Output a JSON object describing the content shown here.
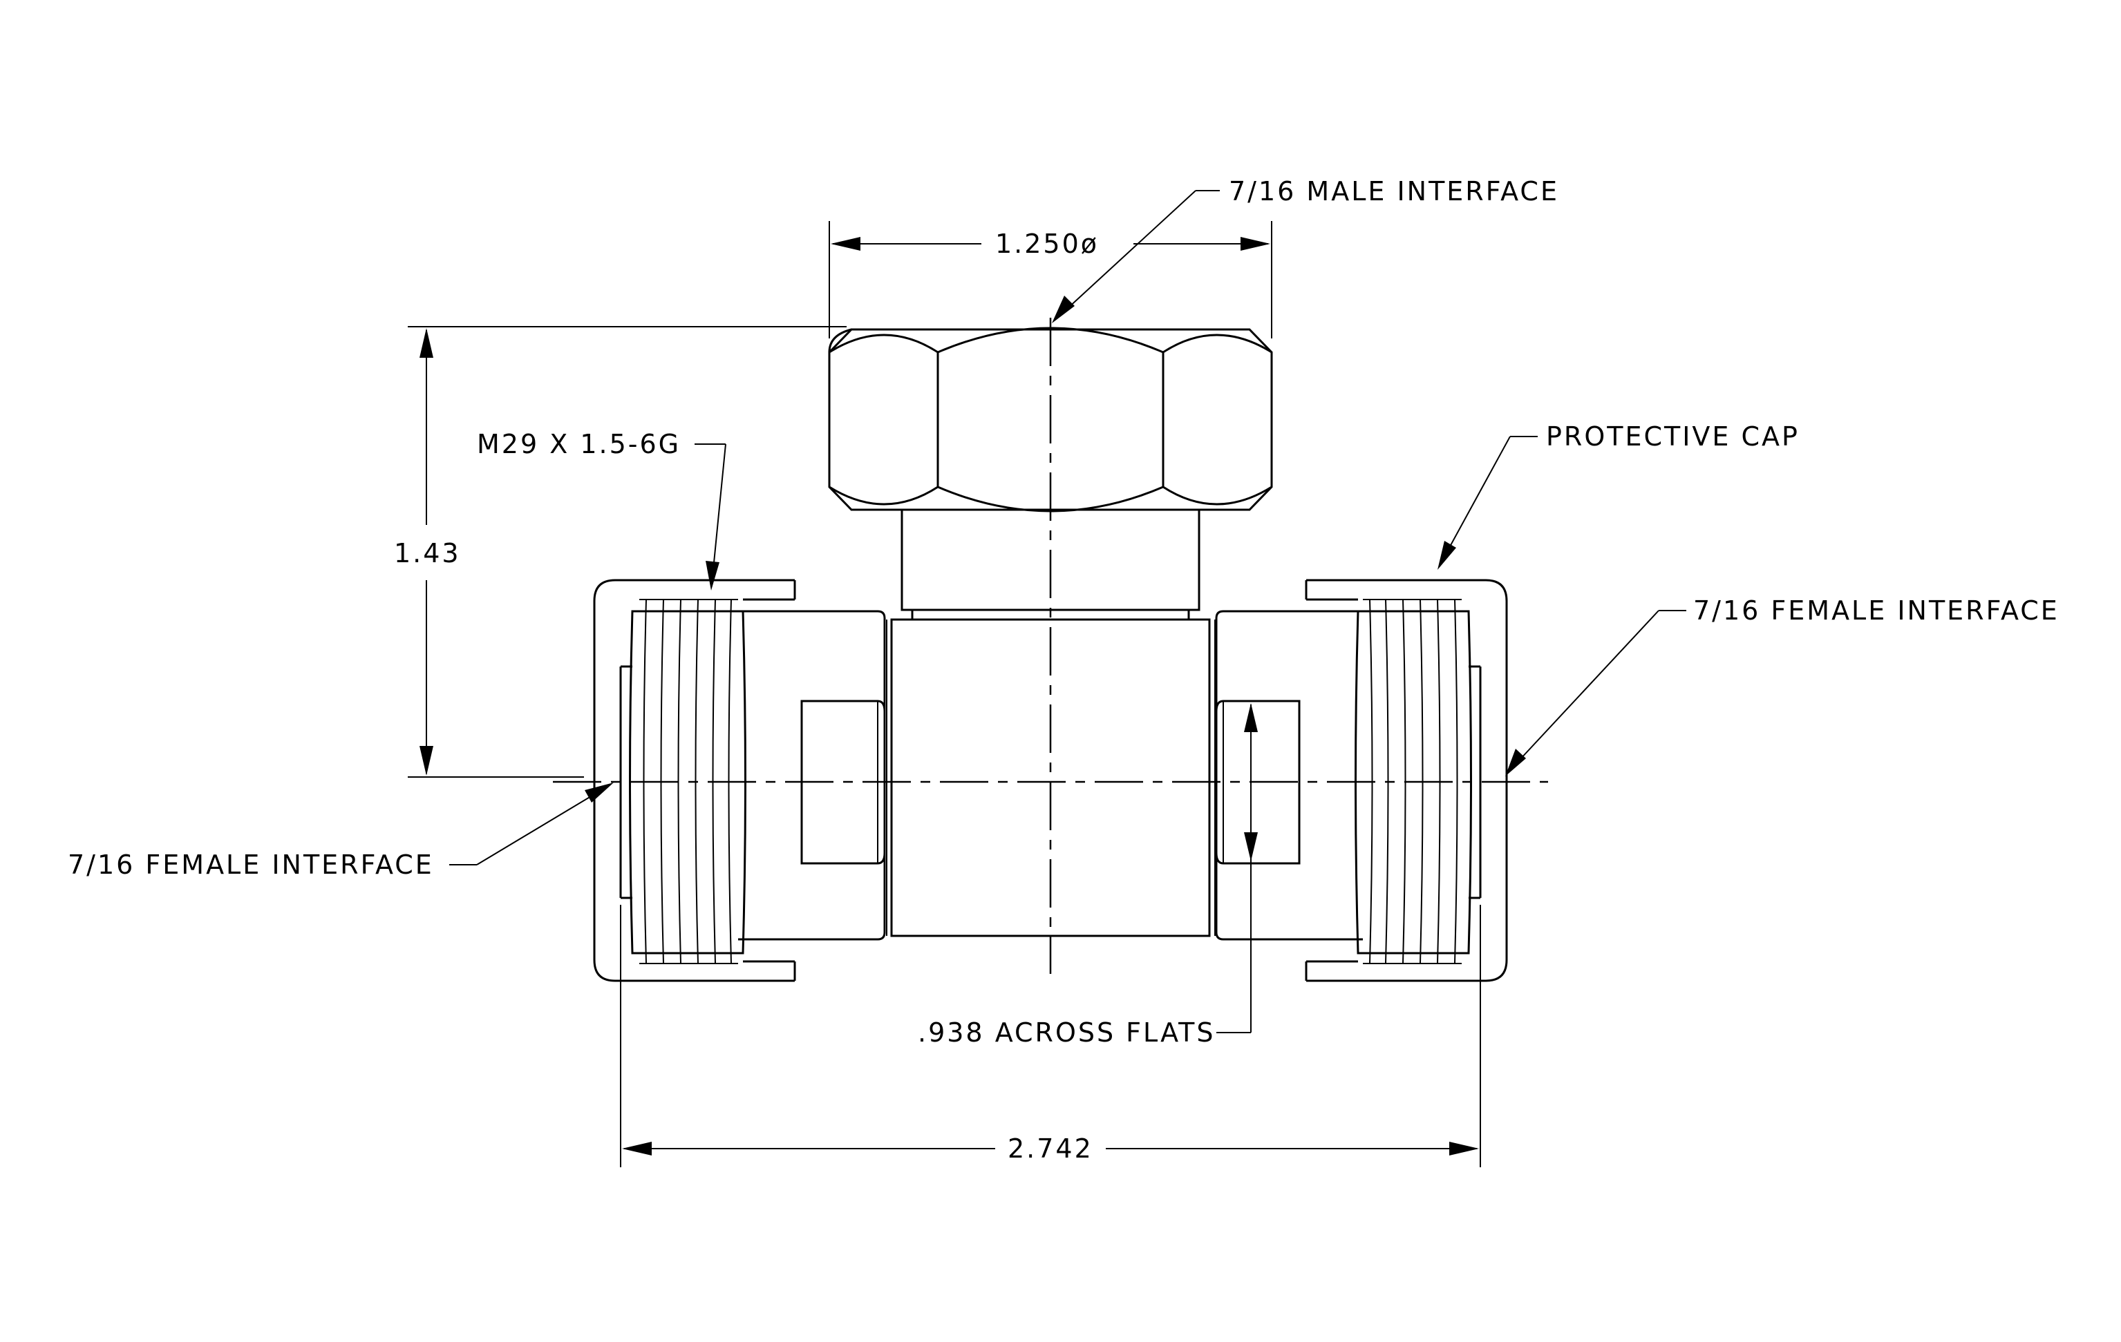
{
  "labels": {
    "male_interface": "7/16 MALE INTERFACE",
    "thread_spec": "M29 X 1.5-6G",
    "protective_cap": "PROTECTIVE CAP",
    "female_interface_right": "7/16 FEMALE INTERFACE",
    "female_interface_left": "7/16 FEMALE INTERFACE",
    "across_flats": ".938 ACROSS FLATS"
  },
  "dimensions": {
    "top_diameter": "1.250ø",
    "height": "1.43",
    "overall_length": "2.742"
  }
}
